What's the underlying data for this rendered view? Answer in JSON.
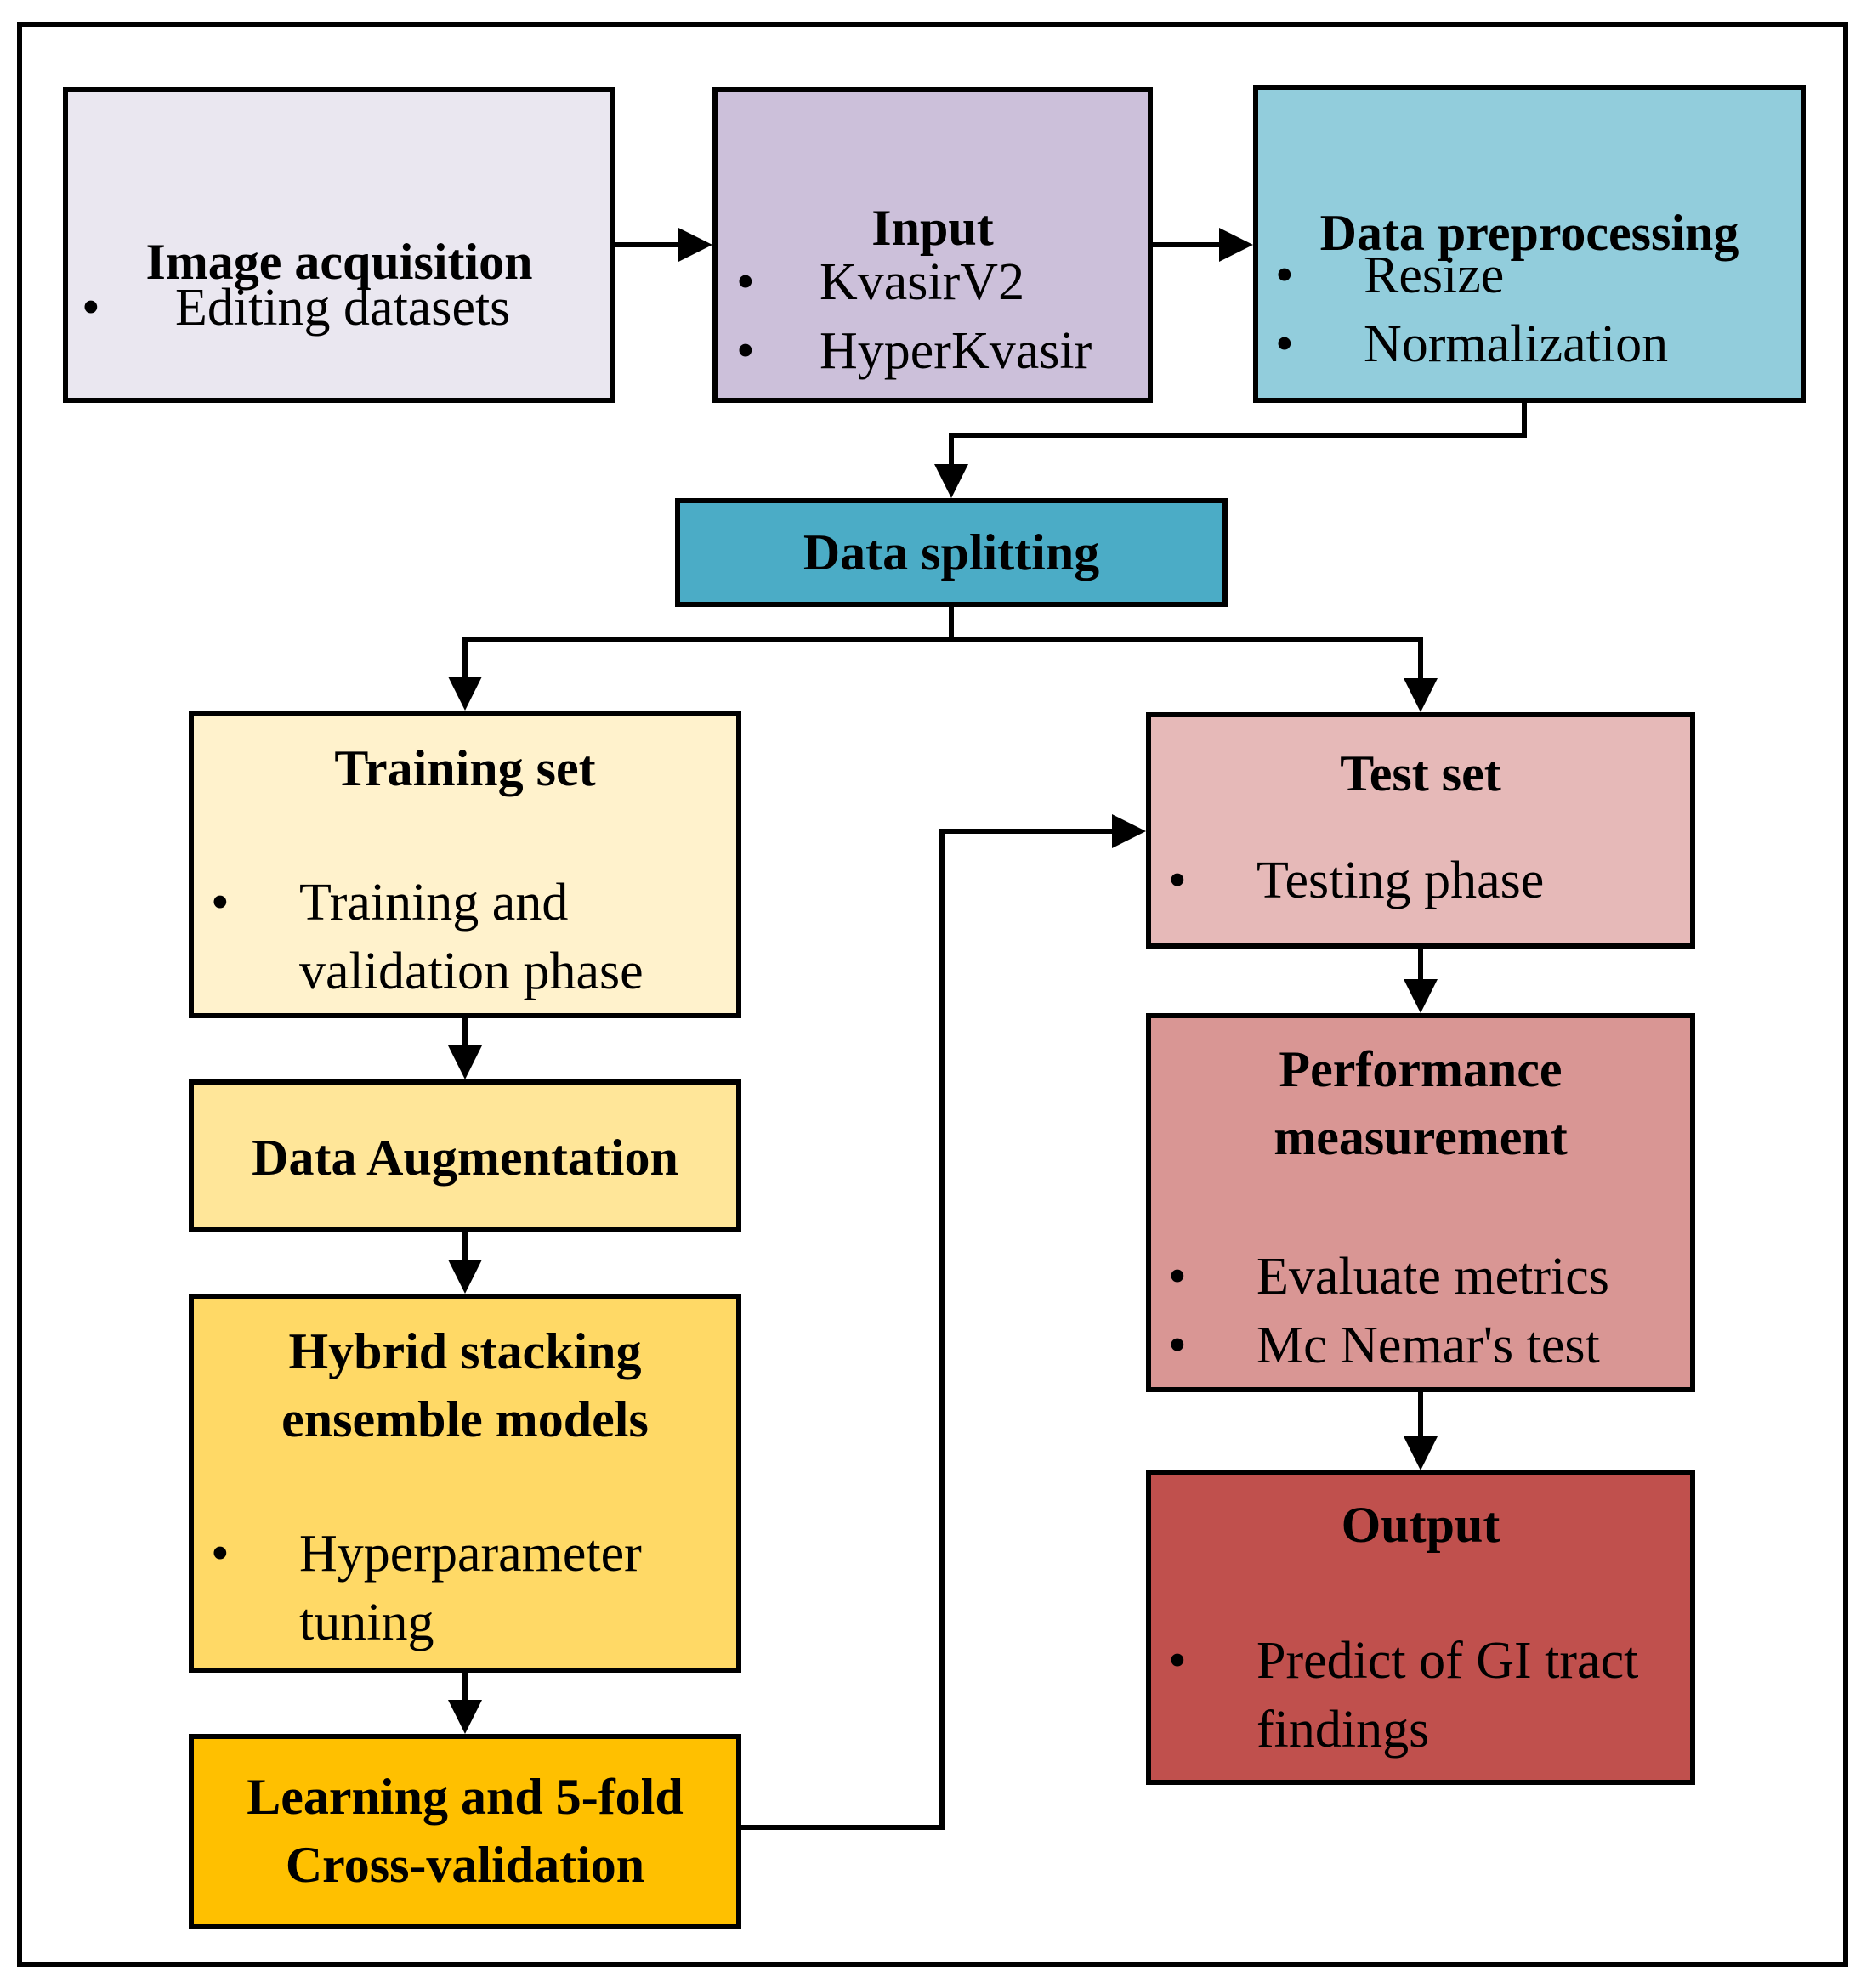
{
  "colors": {
    "border": "#000000",
    "image_acquisition": "#EAE7F0",
    "input": "#CCC0DA",
    "data_preprocessing": "#92CDDC",
    "data_splitting": "#4BACC6",
    "training_set": "#FFF2CC",
    "data_augmentation": "#FFE699",
    "hybrid_stacking": "#FFD966",
    "learning_cv": "#FFC000",
    "test_set": "#E6B9B8",
    "performance": "#D99694",
    "output": "#C0504D"
  },
  "nodes": {
    "image_acquisition": {
      "title": "Image acquisition",
      "bullets": [
        "Editing datasets"
      ]
    },
    "input": {
      "title": "Input",
      "bullets": [
        "KvasirV2",
        "HyperKvasir"
      ]
    },
    "data_preprocessing": {
      "title": "Data preprocessing",
      "bullets": [
        "Resize",
        "Normalization"
      ]
    },
    "data_splitting": {
      "title": "Data splitting"
    },
    "training_set": {
      "title": "Training set",
      "bullets": [
        [
          "Training and",
          "validation phase"
        ]
      ]
    },
    "data_augmentation": {
      "title": "Data Augmentation"
    },
    "hybrid_stacking": {
      "title_lines": [
        "Hybrid stacking",
        "ensemble models"
      ],
      "bullets": [
        [
          "Hyperparameter",
          "tuning"
        ]
      ]
    },
    "learning_cv": {
      "title_lines": [
        "Learning and 5-fold",
        "Cross-validation"
      ]
    },
    "test_set": {
      "title": "Test set",
      "bullets": [
        "Testing phase"
      ]
    },
    "performance": {
      "title_lines": [
        "Performance",
        "measurement"
      ],
      "bullets": [
        "Evaluate metrics",
        "Mc Nemar's test"
      ]
    },
    "output": {
      "title": "Output",
      "bullets": [
        [
          "Predict of GI tract",
          "findings"
        ]
      ]
    }
  },
  "edges": [
    {
      "from": "image_acquisition",
      "to": "input"
    },
    {
      "from": "input",
      "to": "data_preprocessing"
    },
    {
      "from": "data_preprocessing",
      "to": "data_splitting"
    },
    {
      "from": "data_splitting",
      "to": "training_set"
    },
    {
      "from": "data_splitting",
      "to": "test_set"
    },
    {
      "from": "training_set",
      "to": "data_augmentation"
    },
    {
      "from": "data_augmentation",
      "to": "hybrid_stacking"
    },
    {
      "from": "hybrid_stacking",
      "to": "learning_cv"
    },
    {
      "from": "learning_cv",
      "to": "test_set"
    },
    {
      "from": "test_set",
      "to": "performance"
    },
    {
      "from": "performance",
      "to": "output"
    }
  ]
}
